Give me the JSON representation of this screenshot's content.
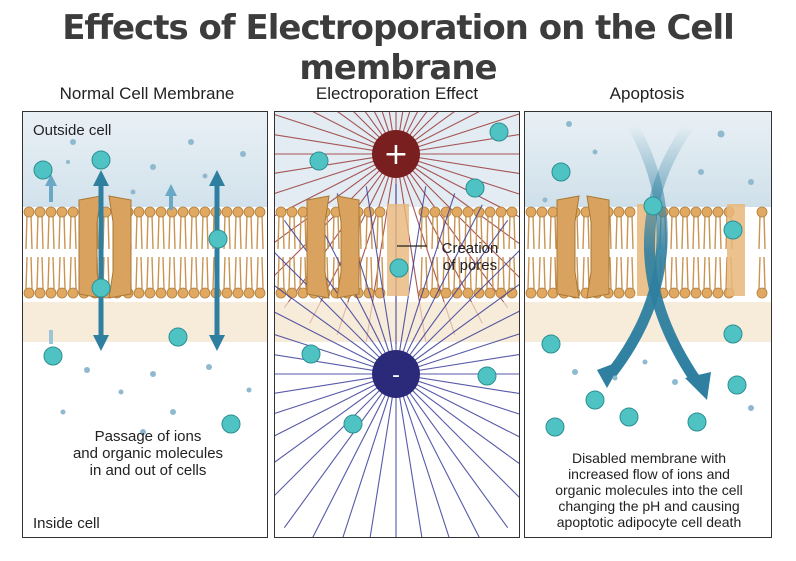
{
  "title": "Effects of Electroporation on the Cell membrane",
  "panels": [
    {
      "title": "Normal Cell Membrane",
      "outside_label": "Outside cell",
      "inside_label": "Inside cell",
      "caption": [
        "Passage of ions",
        "and organic molecules",
        "in and out of cells"
      ]
    },
    {
      "title": "Electroporation Effect",
      "pores_label": [
        "Creation",
        "of pores"
      ],
      "positive_symbol": "+",
      "negative_symbol": "-"
    },
    {
      "title": "Apoptosis",
      "caption": [
        "Disabled membrane with",
        "increased flow of ions and",
        "organic molecules into the cell",
        "changing the pH and causing",
        "apoptotic adipocyte cell death"
      ]
    }
  ],
  "colors": {
    "membrane": "#e0a860",
    "protein": "#d9a35f",
    "ion": "#4fc2c4",
    "arrow": "#2e7fa0",
    "positive": "#7a1f1f",
    "negative": "#2b2a7a",
    "sky": "#d9e6ee"
  }
}
